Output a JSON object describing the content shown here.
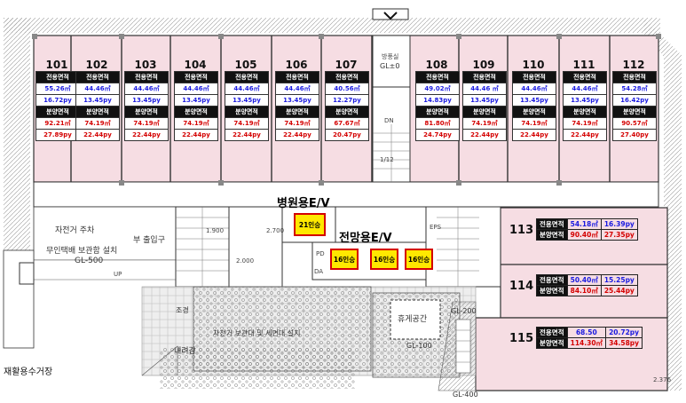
{
  "floor_units": [
    {
      "no": "101",
      "area_label": "전용면적",
      "area_m2": "55.26㎡",
      "area_py": "16.72py",
      "sale_label": "분양면적",
      "sale_m2": "92.21㎡",
      "sale_py": "27.89py"
    },
    {
      "no": "102",
      "area_label": "전용면적",
      "area_m2": "44.46㎡",
      "area_py": "13.45py",
      "sale_label": "분양면적",
      "sale_m2": "74.19㎡",
      "sale_py": "22.44py"
    },
    {
      "no": "103",
      "area_label": "전용면적",
      "area_m2": "44.46㎡",
      "area_py": "13.45py",
      "sale_label": "분양면적",
      "sale_m2": "74.19㎡",
      "sale_py": "22.44py"
    },
    {
      "no": "104",
      "area_label": "전용면적",
      "area_m2": "44.46㎡",
      "area_py": "13.45py",
      "sale_label": "분양면적",
      "sale_m2": "74.19㎡",
      "sale_py": "22.44py"
    },
    {
      "no": "105",
      "area_label": "전용면적",
      "area_m2": "44.46㎡",
      "area_py": "13.45py",
      "sale_label": "분양면적",
      "sale_m2": "74.19㎡",
      "sale_py": "22.44py"
    },
    {
      "no": "106",
      "area_label": "전용면적",
      "area_m2": "44.46㎡",
      "area_py": "13.45py",
      "sale_label": "분양면적",
      "sale_m2": "74.19㎡",
      "sale_py": "22.44py"
    },
    {
      "no": "107",
      "area_label": "전용면적",
      "area_m2": "40.56㎡",
      "area_py": "12.27py",
      "sale_label": "분양면적",
      "sale_m2": "67.67㎡",
      "sale_py": "20.47py"
    },
    {
      "no": "108",
      "area_label": "전용면적",
      "area_m2": "49.02㎡",
      "area_py": "14.83py",
      "sale_label": "분양면적",
      "sale_m2": "81.80㎡",
      "sale_py": "24.74py"
    },
    {
      "no": "109",
      "area_label": "전용면적",
      "area_m2": "44.46 ㎡",
      "area_py": "13.45py",
      "sale_label": "분양면적",
      "sale_m2": "74.19㎡",
      "sale_py": "22.44py"
    },
    {
      "no": "110",
      "area_label": "전용면적",
      "area_m2": "44.46㎡",
      "area_py": "13.45py",
      "sale_label": "분양면적",
      "sale_m2": "74.19㎡",
      "sale_py": "22.44py"
    },
    {
      "no": "111",
      "area_label": "전용면적",
      "area_m2": "44.46㎡",
      "area_py": "13.45py",
      "sale_label": "분양면적",
      "sale_m2": "74.19㎡",
      "sale_py": "22.44py"
    },
    {
      "no": "112",
      "area_label": "전용면적",
      "area_m2": "54.28㎡",
      "area_py": "16.42py",
      "sale_label": "분양면적",
      "sale_m2": "90.57㎡",
      "sale_py": "27.40py"
    }
  ],
  "east_units": [
    {
      "no": "113",
      "area_label": "전용면적",
      "area_m2": "54.18㎡",
      "area_py": "16.39py",
      "sale_label": "분양면적",
      "sale_m2": "90.40㎡",
      "sale_py": "27.35py"
    },
    {
      "no": "114",
      "area_label": "전용면적",
      "area_m2": "50.40㎡",
      "area_py": "15.25py",
      "sale_label": "분양면적",
      "sale_m2": "84.10㎡",
      "sale_py": "25.44py"
    },
    {
      "no": "115",
      "area_label": "전용면적",
      "area_m2": "68.50",
      "area_py": "20.72py",
      "sale_label": "분양면적",
      "sale_m2": "114.30㎡",
      "sale_py": "34.58py"
    }
  ],
  "headings": {
    "hospital_ev": "병원용E/V",
    "view_ev": "전망용E/V"
  },
  "elevators": {
    "hospital_capacity": "21인승",
    "view_1": "16인승",
    "view_2": "16인승",
    "view_3": "16인승"
  },
  "labels": {
    "storage": "방풍실",
    "storage_level": "GL±0",
    "dn": "DN",
    "stair_num": "1/12",
    "bike": "자전거 주차",
    "parking_entry": "부 출입구",
    "barrier_free": "무인택배 보관함 설치",
    "gl_minus_500": "GL-500",
    "recycle": "재활용수거장",
    "rest": "휴게공간",
    "down_ramp": "내려감",
    "gl_minus_200": "GL-200",
    "gl_minus_100": "GL-100",
    "gl_minus_400": "GL-400",
    "ev_small": "EPS",
    "pd": "PD",
    "da": "DA",
    "up": "UP",
    "dim_1900": "1.900",
    "dim_2000": "2.000",
    "dim_2700": "2.700",
    "dim_2376": "2.376",
    "garden": "조경",
    "garden2": "자전거 보관대 및 세면대 설치"
  }
}
